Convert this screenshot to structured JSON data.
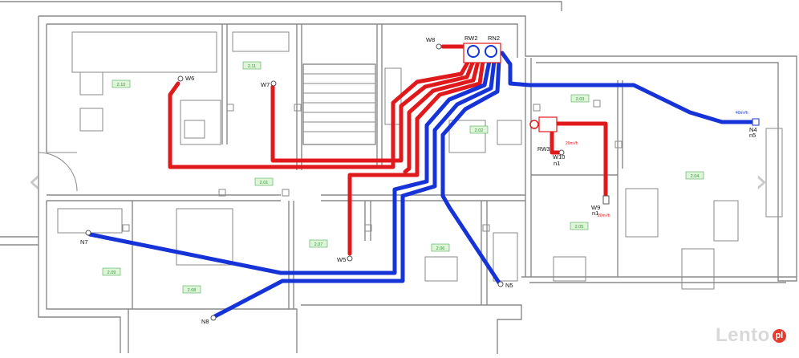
{
  "colors": {
    "supply": "#e0191c",
    "exhaust": "#1533d6",
    "wall": "#8a8a8a",
    "room_label_bg": "#dff5d8",
    "room_label_fg": "#2e9a3a"
  },
  "rooms": [
    "2.10",
    "2.11",
    "2.01",
    "2.02",
    "2.03",
    "2.04",
    "2.05",
    "2.06",
    "2.07",
    "2.08",
    "2.09"
  ],
  "units": [
    "RW2",
    "RN2",
    "RW3"
  ],
  "valves": {
    "w6": "W6",
    "w7": "W7",
    "w8": "W8",
    "w5": "W5",
    "w10": "W10",
    "w10_sub": "n1",
    "w9": "W9",
    "w9_sub": "n1",
    "n4": "N4",
    "n4_sub": "n5",
    "n5": "N5",
    "n7": "N7",
    "n8": "N8"
  },
  "flows": {
    "n4_flow": "40m³/h",
    "w10_flow": "20m³/h",
    "w9_flow": "20m³/h"
  },
  "navigation": {
    "prev": "‹",
    "next": "›"
  },
  "watermark": {
    "text": "Lento",
    "badge": "pl"
  }
}
